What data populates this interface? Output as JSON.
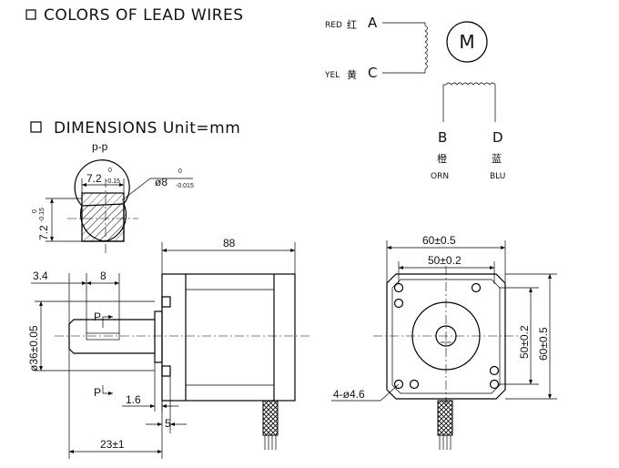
{
  "sections": {
    "wires_title": "COLORS OF LEAD WIRES",
    "dimensions_title": "DIMENSIONS Unit=mm"
  },
  "wiring": {
    "red_label": "RED",
    "red_hanzi": "红",
    "terminal_a": "A",
    "yel_label": "YEL",
    "yel_hanzi": "黄",
    "terminal_c": "C",
    "motor_symbol": "M",
    "terminal_b": "B",
    "terminal_d": "D",
    "orn_hanzi": "橙",
    "blu_hanzi": "蓝",
    "orn_label": "ORN",
    "blu_label": "BLU"
  },
  "shaft_section": {
    "title": "p-p",
    "width_nominal": "7.2",
    "width_upper": "0",
    "width_lower": "-0.15",
    "diameter_nominal": "ø8",
    "diameter_upper": "0",
    "diameter_lower": "-0.015",
    "height_nominal": "7.2",
    "height_upper": "0",
    "height_lower": "-0.15"
  },
  "side_view": {
    "body_length": "88",
    "shaft_offset": "3.4",
    "flat_length": "8",
    "pilot_diameter": "ø36±0.05",
    "section_mark_top": "P",
    "section_mark_bottom": "P",
    "pilot_depth": "1.6",
    "flange_thickness": "5",
    "shaft_length": "23±1"
  },
  "front_view": {
    "flange_width": "60±0.5",
    "hole_spacing_h": "50±0.2",
    "hole_spacing_v": "50±0.2",
    "flange_height": "60±0.5",
    "mounting_holes": "4-ø4.6"
  }
}
